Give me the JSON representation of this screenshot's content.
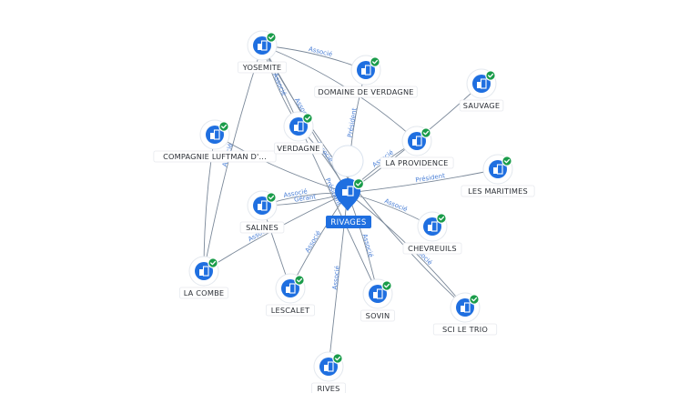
{
  "center": {
    "label": "RIVAGES",
    "icon": "building-icon",
    "status_icon": "verified-check-icon"
  },
  "nodes": [
    {
      "id": "yosemite",
      "label": "YOSEMITE",
      "icon": "building-icon",
      "verified": true
    },
    {
      "id": "domaine-de-verdagne",
      "label": "DOMAINE DE VERDAGNE",
      "icon": "building-icon",
      "verified": true
    },
    {
      "id": "sauvage",
      "label": "SAUVAGE",
      "icon": "building-icon",
      "verified": true
    },
    {
      "id": "compagnie-luftman",
      "label": "COMPAGNIE LUFTMAN D'...",
      "icon": "building-icon",
      "verified": true
    },
    {
      "id": "verdagne",
      "label": "VERDAGNE",
      "icon": "building-icon",
      "verified": true
    },
    {
      "id": "la-providence",
      "label": "LA PROVIDENCE",
      "icon": "building-icon",
      "verified": true
    },
    {
      "id": "les-maritimes",
      "label": "LES MARITIMES",
      "icon": "building-icon",
      "verified": true
    },
    {
      "id": "salines",
      "label": "SALINES",
      "icon": "building-icon",
      "verified": true
    },
    {
      "id": "chevreuils",
      "label": "CHEVREUILS",
      "icon": "building-icon",
      "verified": true
    },
    {
      "id": "la-combe",
      "label": "LA COMBE",
      "icon": "building-icon",
      "verified": true
    },
    {
      "id": "lescalet",
      "label": "LESCALET",
      "icon": "building-icon",
      "verified": true
    },
    {
      "id": "sovin",
      "label": "SOVIN",
      "icon": "building-icon",
      "verified": true
    },
    {
      "id": "sci-le-trio",
      "label": "SCI LE TRIO",
      "icon": "building-icon",
      "verified": true
    },
    {
      "id": "rives",
      "label": "RIVES",
      "icon": "building-icon",
      "verified": true
    }
  ],
  "edges": [
    {
      "from": "rivages",
      "to": "yosemite",
      "label": "Associé"
    },
    {
      "from": "rivages",
      "to": "domaine-de-verdagne",
      "label": "Président"
    },
    {
      "from": "rivages",
      "to": "sauvage",
      "label": ""
    },
    {
      "from": "rivages",
      "to": "compagnie-luftman",
      "label": ""
    },
    {
      "from": "rivages",
      "to": "verdagne",
      "label": "Associé"
    },
    {
      "from": "rivages",
      "to": "la-providence",
      "label": "Associé"
    },
    {
      "from": "rivages",
      "to": "les-maritimes",
      "label": "Président"
    },
    {
      "from": "rivages",
      "to": "salines",
      "label": "Gérant"
    },
    {
      "from": "rivages",
      "to": "salines",
      "label": "Associé"
    },
    {
      "from": "rivages",
      "to": "chevreuils",
      "label": "Associé"
    },
    {
      "from": "rivages",
      "to": "la-combe",
      "label": "Associé"
    },
    {
      "from": "rivages",
      "to": "lescalet",
      "label": "Associé"
    },
    {
      "from": "rivages",
      "to": "sovin",
      "label": "Associé"
    },
    {
      "from": "rivages",
      "to": "sci-le-trio",
      "label": "Associé"
    },
    {
      "from": "rivages",
      "to": "rives",
      "label": "Associé"
    },
    {
      "from": "yosemite",
      "to": "verdagne",
      "label": "Associé"
    },
    {
      "from": "yosemite",
      "to": "domaine-de-verdagne",
      "label": "Associé"
    },
    {
      "from": "yosemite",
      "to": "la-combe",
      "label": "Associé"
    },
    {
      "from": "yosemite",
      "to": "sci-le-trio",
      "label": ""
    },
    {
      "from": "yosemite",
      "to": "sovin",
      "label": "Président"
    },
    {
      "from": "yosemite",
      "to": "la-providence",
      "label": ""
    },
    {
      "from": "compagnie-luftman",
      "to": "la-combe",
      "label": ""
    },
    {
      "from": "salines",
      "to": "lescalet",
      "label": ""
    }
  ]
}
